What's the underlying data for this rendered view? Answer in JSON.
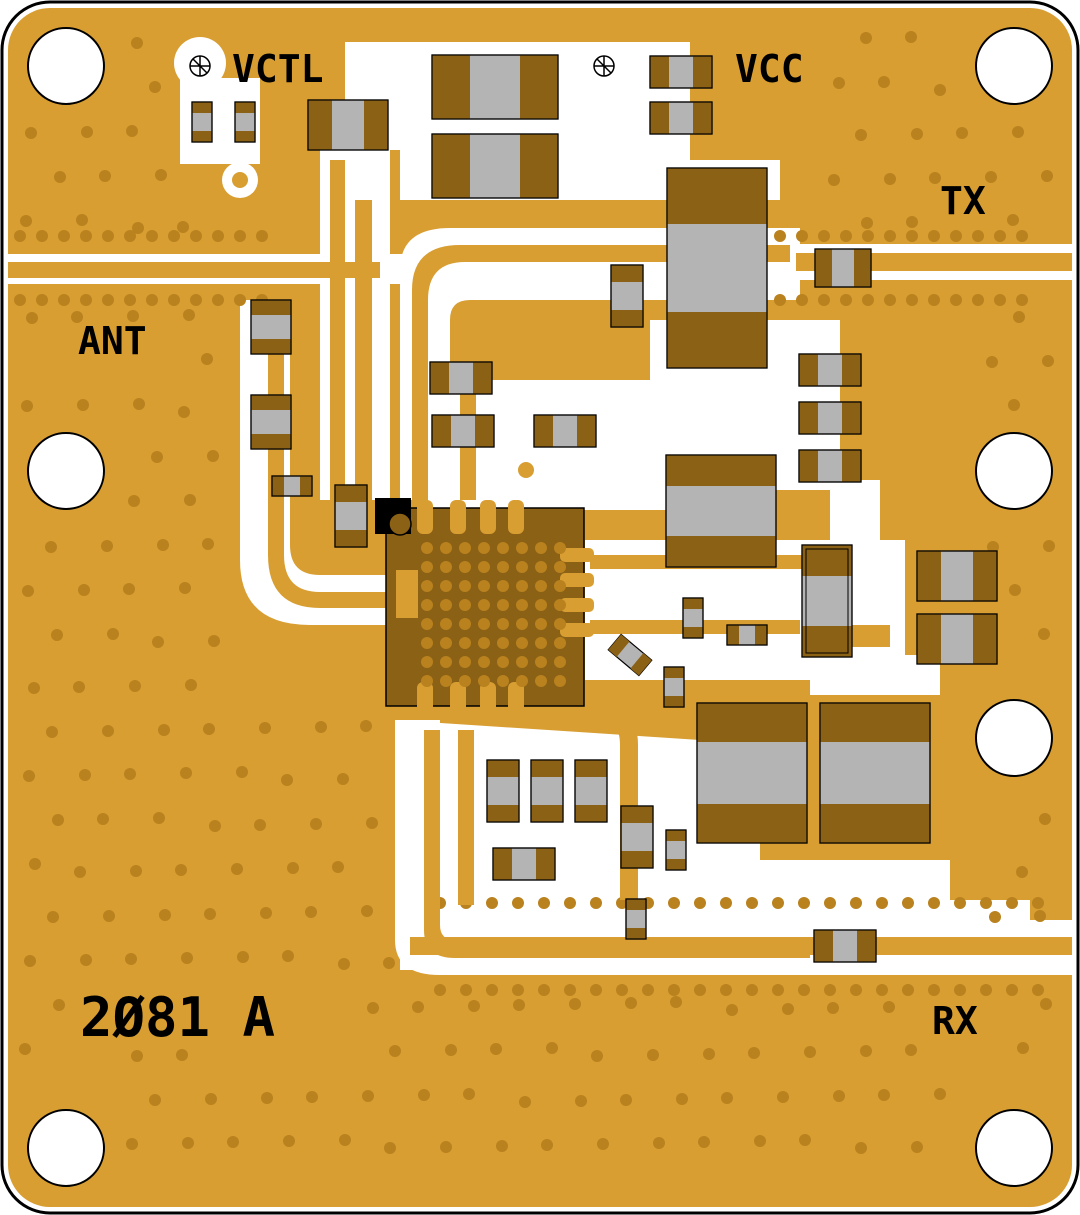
{
  "board": {
    "part_label": "2Ø81 A",
    "ports": {
      "vctl": "VCTL",
      "vcc": "VCC",
      "tx": "TX",
      "ant": "ANT",
      "rx": "RX"
    }
  },
  "colors": {
    "copper": "#d89e32",
    "trace_gap": "#ffffff",
    "via": "#b9821f",
    "pad_dark": "#8b6115",
    "pad_body": "#b4b4b4",
    "outline": "#000000"
  }
}
